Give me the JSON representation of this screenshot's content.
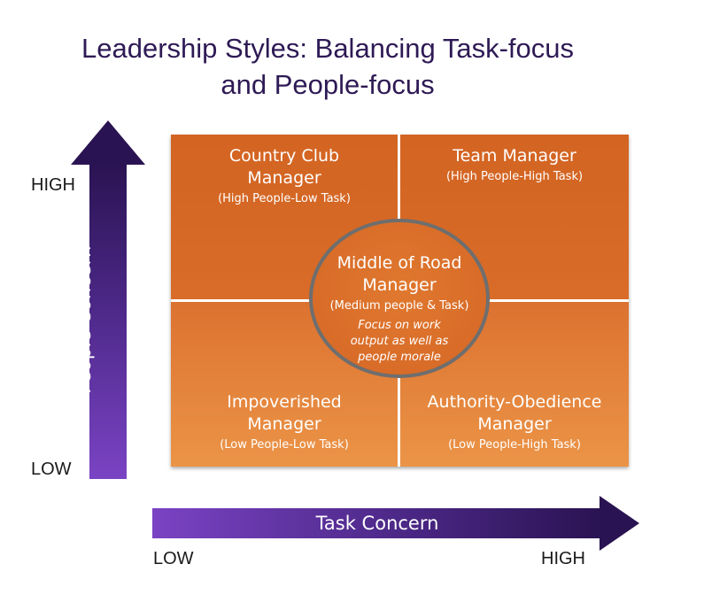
{
  "title": {
    "line1": "Leadership Styles: Balancing Task-focus",
    "line2": "and People-focus"
  },
  "y_axis": {
    "label": "People Concern",
    "high": "HIGH",
    "low": "LOW"
  },
  "x_axis": {
    "label": "Task Concern",
    "low": "LOW",
    "high": "HIGH"
  },
  "quadrants": {
    "top_left": {
      "name_line1": "Country Club",
      "name_line2": "Manager",
      "sub": "(High People-Low Task)"
    },
    "top_right": {
      "name_line1": "Team Manager",
      "sub": "(High People-High Task)"
    },
    "bottom_left": {
      "name_line1": "Impoverished",
      "name_line2": "Manager",
      "sub": "(Low People-Low Task)"
    },
    "bottom_right": {
      "name_line1": "Authority-Obedience",
      "name_line2": "Manager",
      "sub": "(Low People-High Task)"
    }
  },
  "center": {
    "name_line1": "Middle of Road",
    "name_line2": "Manager",
    "sub": "(Medium people & Task)",
    "note_line1": "Focus on work",
    "note_line2": "output as well as",
    "note_line3": "people morale"
  },
  "colors": {
    "title": "#2e1a55",
    "arrow_dark": "#2a1352",
    "arrow_light": "#7a43c4",
    "quadrant": "#d86c28",
    "circle_border": "#6e6e6e"
  }
}
